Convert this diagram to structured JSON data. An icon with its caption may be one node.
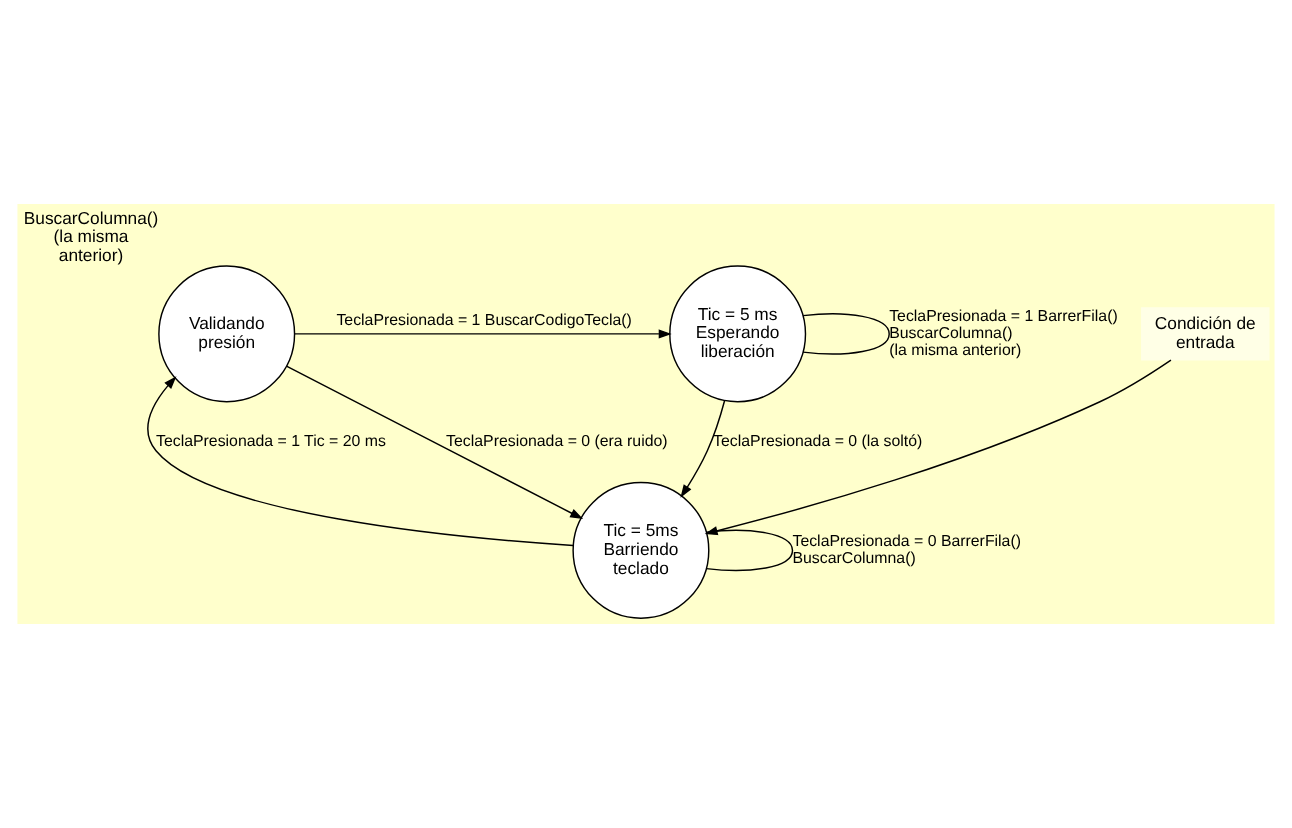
{
  "diagram": {
    "nodes": [
      {
        "text": [
          "Condición de entrada"
        ]
      },
      {
        "text": [
          "Tic = 5ms Barriendo teclado"
        ]
      },
      {
        "text": [
          "Validando presión"
        ],
        "beside": [
          "BuscarColumna() (la misma anterior)"
        ]
      },
      {
        "text": [
          "Tic = 5 ms Esperando liberación"
        ]
      }
    ],
    "edges": [
      {
        "from": 0,
        "to": 1,
        "arrow": "to"
      },
      {
        "from": 1,
        "to": 1,
        "arrow": "none",
        "label": "TeclaPresionada = 0 BarrerFila() BuscarColumna()"
      },
      {
        "from": 1,
        "to": 2,
        "arrow": "to",
        "label": "TeclaPresionada = 1 Tic = 20 ms"
      },
      {
        "from": 2,
        "to": 1,
        "arrow": "to",
        "label": "TeclaPresionada = 0 (era ruido)"
      },
      {
        "from": 2,
        "to": 3,
        "arrow": "to",
        "label": "TeclaPresionada = 1 BuscarCodigoTecla()"
      },
      {
        "from": 3,
        "to": 1,
        "arrow": "to",
        "label": "TeclaPresionada = 0 (la soltó)"
      },
      {
        "from": 3,
        "to": 3,
        "arrow": "none",
        "label": "TeclaPresionada = 1 BarrerFila() BuscarColumna() (la misma anterior)"
      }
    ]
  }
}
